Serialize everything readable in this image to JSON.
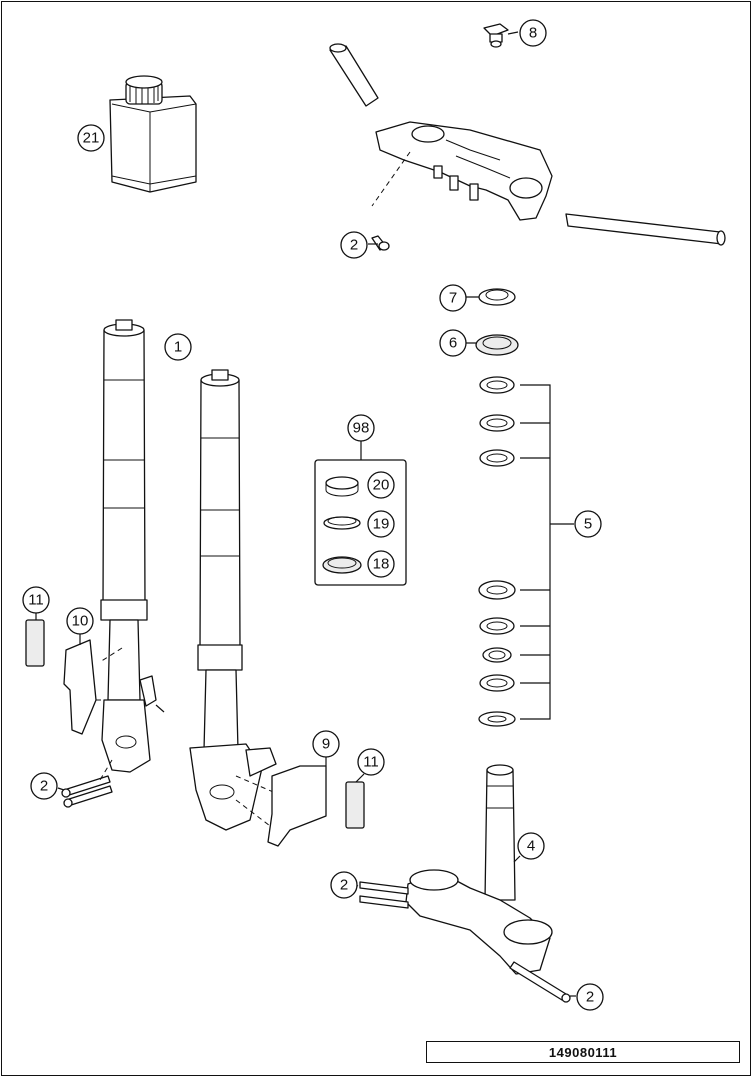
{
  "diagram": {
    "id_label": "149080111",
    "callouts": [
      {
        "key": "c8",
        "label": "8"
      },
      {
        "key": "c21",
        "label": "21"
      },
      {
        "key": "c2_top",
        "label": "2"
      },
      {
        "key": "c7",
        "label": "7"
      },
      {
        "key": "c6",
        "label": "6"
      },
      {
        "key": "c1",
        "label": "1"
      },
      {
        "key": "c98",
        "label": "98"
      },
      {
        "key": "c20",
        "label": "20"
      },
      {
        "key": "c19",
        "label": "19"
      },
      {
        "key": "c18",
        "label": "18"
      },
      {
        "key": "c5",
        "label": "5"
      },
      {
        "key": "c11_left",
        "label": "11"
      },
      {
        "key": "c10",
        "label": "10"
      },
      {
        "key": "c9",
        "label": "9"
      },
      {
        "key": "c11_right",
        "label": "11"
      },
      {
        "key": "c2_left",
        "label": "2"
      },
      {
        "key": "c4",
        "label": "4"
      },
      {
        "key": "c2_mid",
        "label": "2"
      },
      {
        "key": "c2_bottom",
        "label": "2"
      }
    ]
  }
}
